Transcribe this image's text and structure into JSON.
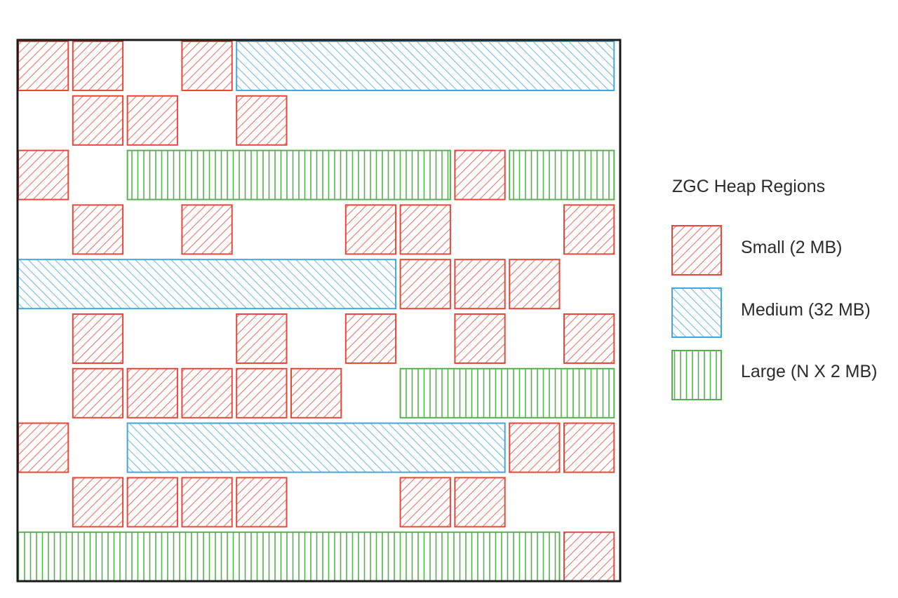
{
  "legend": {
    "title": "ZGC Heap Regions",
    "items": [
      {
        "key": "small",
        "label": "Small (2 MB)",
        "color": "#e8473a",
        "pattern": "diagonal-forward"
      },
      {
        "key": "medium",
        "label": "Medium (32 MB)",
        "color": "#45a6dc",
        "pattern": "diagonal-backward"
      },
      {
        "key": "large",
        "label": "Large (N X 2 MB)",
        "color": "#55b34e",
        "pattern": "vertical"
      }
    ]
  },
  "heap": {
    "border_color": "#1a1a1a",
    "rows": [
      [
        {
          "type": "small",
          "col": 0
        },
        {
          "type": "small",
          "col": 1
        },
        {
          "type": "small",
          "col": 3
        },
        {
          "type": "medium",
          "col": 4,
          "span": 7
        }
      ],
      [
        {
          "type": "small",
          "col": 1
        },
        {
          "type": "small",
          "col": 2
        },
        {
          "type": "small",
          "col": 4
        }
      ],
      [
        {
          "type": "small",
          "col": 0
        },
        {
          "type": "large",
          "col": 2,
          "span": 6
        },
        {
          "type": "small",
          "col": 8
        },
        {
          "type": "large",
          "col": 9,
          "span": 2
        }
      ],
      [
        {
          "type": "small",
          "col": 1
        },
        {
          "type": "small",
          "col": 3
        },
        {
          "type": "small",
          "col": 6
        },
        {
          "type": "small",
          "col": 7
        },
        {
          "type": "small",
          "col": 10
        }
      ],
      [
        {
          "type": "medium",
          "col": 0,
          "span": 7
        },
        {
          "type": "small",
          "col": 7
        },
        {
          "type": "small",
          "col": 8
        },
        {
          "type": "small",
          "col": 9
        }
      ],
      [
        {
          "type": "small",
          "col": 1
        },
        {
          "type": "small",
          "col": 4
        },
        {
          "type": "small",
          "col": 6
        },
        {
          "type": "small",
          "col": 8
        },
        {
          "type": "small",
          "col": 10
        }
      ],
      [
        {
          "type": "small",
          "col": 1
        },
        {
          "type": "small",
          "col": 2
        },
        {
          "type": "small",
          "col": 3
        },
        {
          "type": "small",
          "col": 4
        },
        {
          "type": "small",
          "col": 5
        },
        {
          "type": "large",
          "col": 7,
          "span": 4
        }
      ],
      [
        {
          "type": "small",
          "col": 0
        },
        {
          "type": "medium",
          "col": 2,
          "span": 7
        },
        {
          "type": "small",
          "col": 9
        },
        {
          "type": "small",
          "col": 10
        }
      ],
      [
        {
          "type": "small",
          "col": 1
        },
        {
          "type": "small",
          "col": 2
        },
        {
          "type": "small",
          "col": 3
        },
        {
          "type": "small",
          "col": 4
        },
        {
          "type": "small",
          "col": 7
        },
        {
          "type": "small",
          "col": 8
        }
      ],
      [
        {
          "type": "large",
          "col": 0,
          "span": 10
        },
        {
          "type": "small",
          "col": 10
        }
      ]
    ]
  }
}
